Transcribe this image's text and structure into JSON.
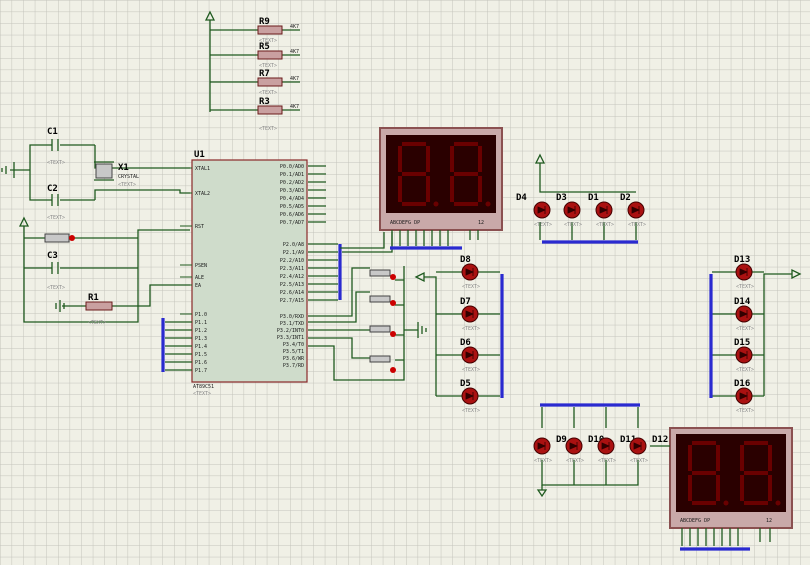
{
  "title": "",
  "colors": {
    "sheet": "#f0f0e6",
    "grid": "#c3c3bb",
    "wire": "#1f5a1f",
    "bus": "#2a2ad0",
    "chip_fill": "#cfdccb",
    "chip_stroke": "#8a2a2a",
    "display_frame": "#8a5050",
    "display_body": "#2a0000",
    "segment": "#6a0000",
    "led": "#aa1111"
  },
  "crystal": {
    "label": "X1",
    "part": "CRYSTAL"
  },
  "capacitors": [
    "C1",
    "C2",
    "C3"
  ],
  "resistors": {
    "top": [
      {
        "ref": "R9",
        "net": "4K7"
      },
      {
        "ref": "R5",
        "net": "4K7"
      },
      {
        "ref": "R7",
        "net": "4K7"
      },
      {
        "ref": "R3",
        "net": "4K7"
      }
    ],
    "reset": {
      "ref": "R1"
    }
  },
  "mcu": {
    "ref": "U1",
    "part": "AT89C51",
    "left_pins": [
      "XTAL1",
      "XTAL2",
      "RST",
      "PSEN",
      "ALE",
      "EA",
      "P1.0",
      "P1.1",
      "P1.2",
      "P1.3",
      "P1.4",
      "P1.5",
      "P1.6",
      "P1.7"
    ],
    "right_pins_p0": [
      "P0.0/AD0",
      "P0.1/AD1",
      "P0.2/AD2",
      "P0.3/AD3",
      "P0.4/AD4",
      "P0.5/AD5",
      "P0.6/AD6",
      "P0.7/AD7"
    ],
    "right_pins_p2": [
      "P2.0/A8",
      "P2.1/A9",
      "P2.2/A10",
      "P2.3/A11",
      "P2.4/A12",
      "P2.5/A13",
      "P2.6/A14",
      "P2.7/A15"
    ],
    "right_pins_p3": [
      "P3.0/RXD",
      "P3.1/TXD",
      "P3.2/INT0",
      "P3.3/INT1",
      "P3.4/T0",
      "P3.5/T1",
      "P3.6/WR",
      "P3.7/RD"
    ]
  },
  "displays": [
    {
      "pins": "ABCDEFG  DP",
      "digits": "12"
    },
    {
      "pins": "ABCDEFG  DP",
      "digits": "12"
    }
  ],
  "leds": {
    "top_row": [
      "D4",
      "D3",
      "D1",
      "D2"
    ],
    "center_col": [
      "D8",
      "D7",
      "D6",
      "D5"
    ],
    "right_col": [
      "D13",
      "D14",
      "D15",
      "D16"
    ],
    "bottom_row": [
      "D9",
      "D10",
      "D11",
      "D12"
    ]
  },
  "placeholder_text": "<TEXT>"
}
